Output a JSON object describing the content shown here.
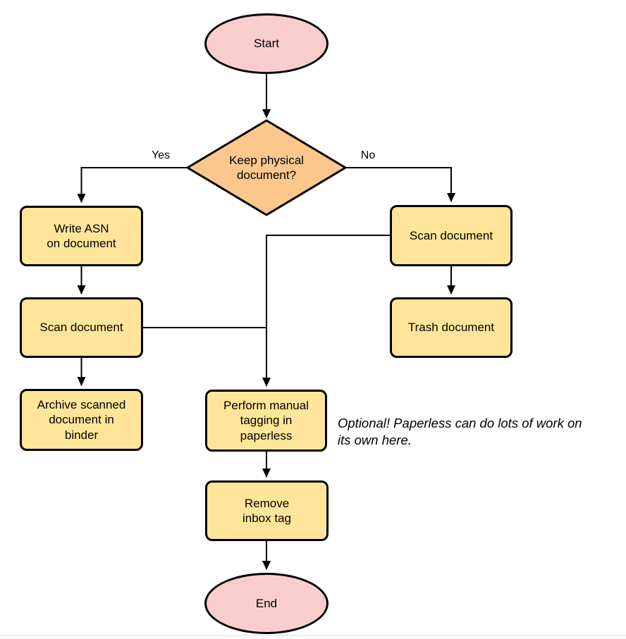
{
  "diagram": {
    "title_implicit": "Document intake flowchart",
    "nodes": {
      "start": {
        "label": "Start",
        "type": "terminal"
      },
      "decision": {
        "label": "Keep physical\ndocument?",
        "type": "decision"
      },
      "write_asn": {
        "label": "Write ASN\non document",
        "type": "process"
      },
      "scan_left": {
        "label": "Scan document",
        "type": "process"
      },
      "archive": {
        "label": "Archive scanned\ndocument in\nbinder",
        "type": "process"
      },
      "scan_right": {
        "label": "Scan document",
        "type": "process"
      },
      "trash": {
        "label": "Trash document",
        "type": "process"
      },
      "tagging": {
        "label": "Perform manual\ntagging in\npaperless",
        "type": "process"
      },
      "remove_inbox": {
        "label": "Remove\ninbox tag",
        "type": "process"
      },
      "end": {
        "label": "End",
        "type": "terminal"
      }
    },
    "edge_labels": {
      "yes": "Yes",
      "no": "No"
    },
    "annotation": "Optional! Paperless can do lots of work on\nits own here.",
    "colors": {
      "terminal_fill": "#F8CECC",
      "decision_fill": "#FBC78D",
      "process_fill": "#FFE599",
      "stroke": "#000000",
      "text": "#000000"
    }
  }
}
